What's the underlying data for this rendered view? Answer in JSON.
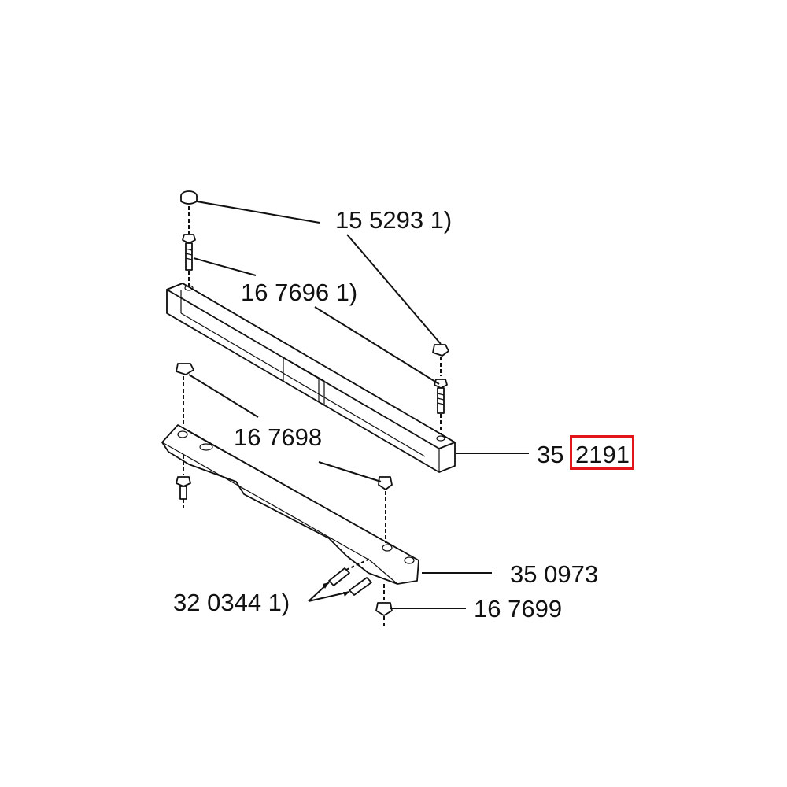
{
  "labels": {
    "p155293": "15 5293 1)",
    "p167696": "16 7696 1)",
    "p167698": "16 7698",
    "p35prefix": "35",
    "p35suffix": "2191",
    "p350973": "35 0973",
    "p320344": "32 0344 1)",
    "p167699": "16 7699"
  },
  "colors": {
    "highlight": "#e3141a",
    "line": "#111111"
  }
}
